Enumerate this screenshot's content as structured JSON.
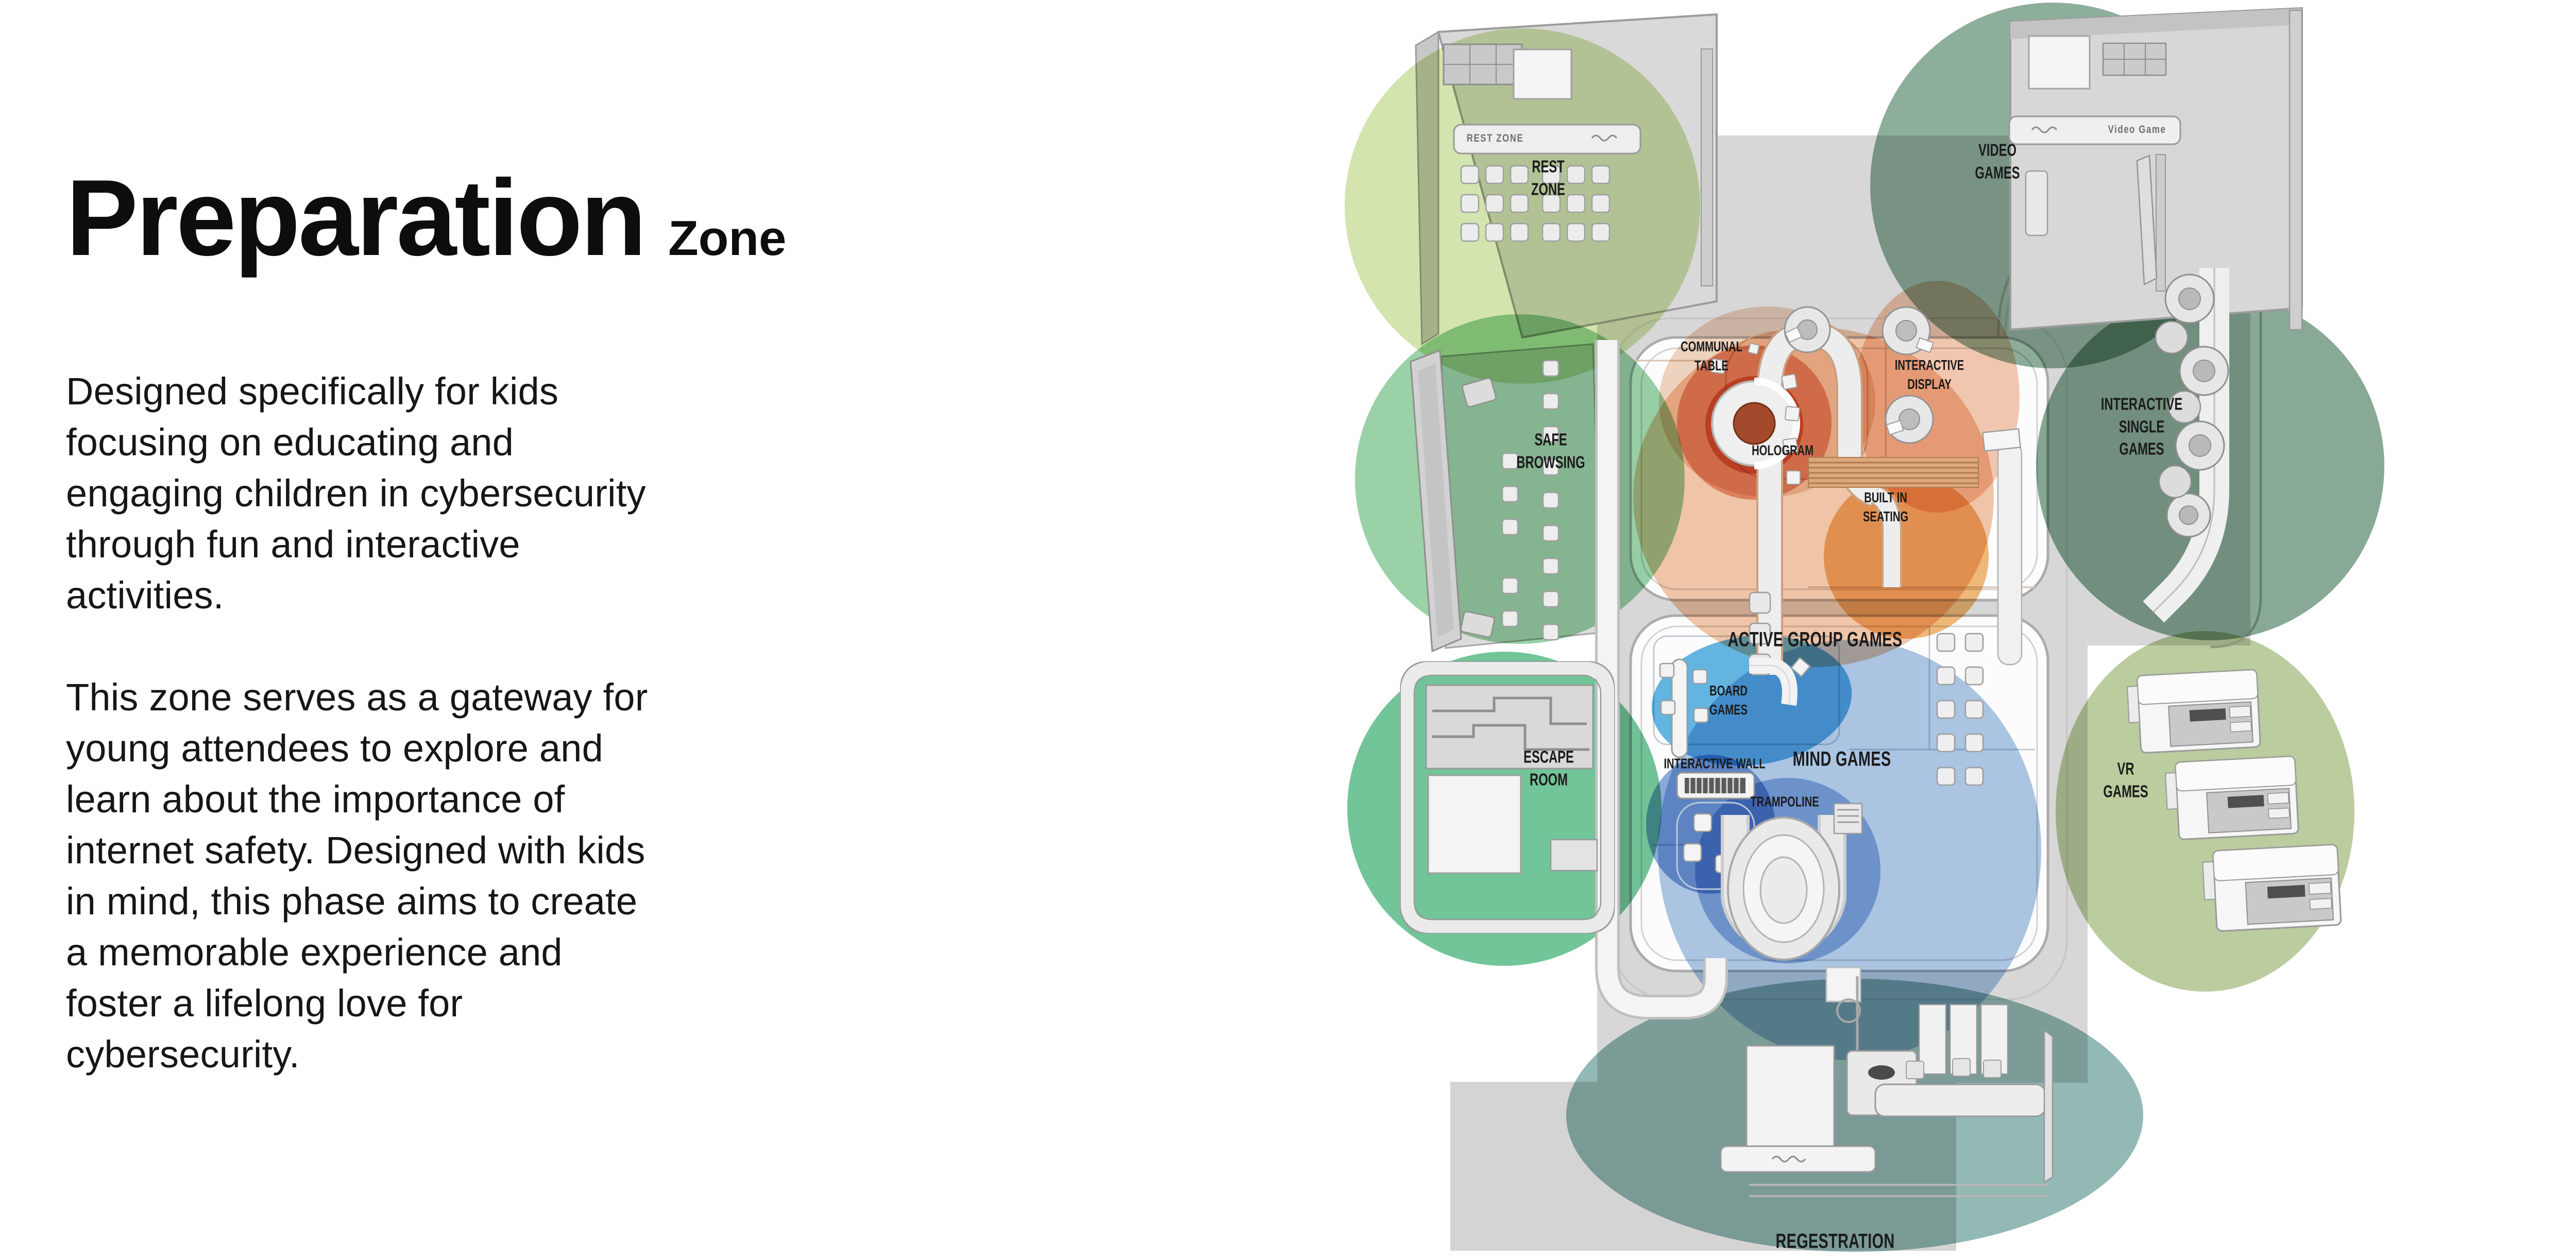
{
  "intro": {
    "title": "Preparation",
    "title_suffix": "Zone",
    "paragraph1_lines": [
      "Designed specifically for kids",
      "focusing on educating and",
      "engaging children in cybersecurity",
      "through fun and interactive",
      "activities."
    ],
    "paragraph2_lines": [
      "This zone serves as a gateway for",
      "young attendees to explore and",
      "learn about the importance of",
      "internet safety. Designed with kids",
      "in mind, this phase aims to create",
      "a memorable experience and",
      "foster a lifelong love for",
      "cybersecurity."
    ]
  },
  "plan": {
    "zones": {
      "rest_zone": {
        "label_lines": [
          "REST",
          "ZONE"
        ],
        "color": "#cfe2a8"
      },
      "video_games": {
        "label_lines": [
          "VIDEO",
          "GAMES"
        ],
        "color": "#84a794"
      },
      "safe_browsing": {
        "label_lines": [
          "SAFE",
          "BROWSING"
        ],
        "color": "#8fcc9e"
      },
      "interactive_single_games": {
        "label_lines": [
          "INTERACTIVE",
          "SINGLE",
          "GAMES"
        ],
        "color": "#7aa089"
      },
      "escape_room": {
        "label_lines": [
          "ESCAPE",
          "ROOM"
        ],
        "color": "#63bf8e"
      },
      "vr_games": {
        "label_lines": [
          "VR",
          "GAMES"
        ],
        "color": "#b8ca9a"
      },
      "regestration": {
        "label": "REGESTRATION",
        "color": "#8db5b0"
      },
      "active_group_games": {
        "label": "ACTIVE GROUP GAMES",
        "color": "#f2c4a4"
      },
      "mind_games": {
        "label": "MIND GAMES",
        "color": "#a8c4e4"
      }
    },
    "features": {
      "communal_table_lines": [
        "COMMUNAL",
        "TABLE"
      ],
      "interactive_display_lines": [
        "INTERACTIVE",
        "DISPLAY"
      ],
      "hologram": "HOLOGRAM",
      "built_in_seating_lines": [
        "BUILT IN",
        "SEATING"
      ],
      "board_games_lines": [
        "BOARD",
        "GAMES"
      ],
      "interactive_wall": "INTERACTIVE WALL",
      "trampoline": "TRAMPOLINE"
    },
    "signs": {
      "rest_zone": "REST ZONE",
      "video_games": "Video Game"
    },
    "accent_colors": {
      "communal": "#e2ab82",
      "display": "#eda47c",
      "hologram": "#e58a6e",
      "hologram_core": "#dd7a5e",
      "built_in_seating": "#efae62",
      "board_games": "#49a9de",
      "interactive_wall": "#6f96d2",
      "trampoline": "#7ba3d8"
    }
  }
}
